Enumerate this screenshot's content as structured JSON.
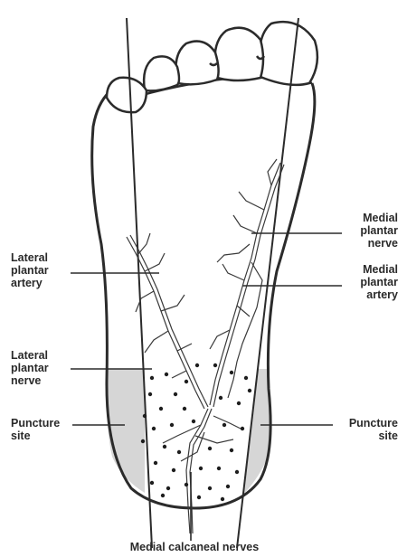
{
  "labels": {
    "lateral_plantar_artery": "Lateral\nplantar\nartery",
    "lateral_plantar_nerve": "Lateral\nplantar\nnerve",
    "puncture_site_left": "Puncture\nsite",
    "medial_plantar_nerve": "Medial\nplantar\nnerve",
    "medial_plantar_artery": "Medial\nplantar\nartery",
    "puncture_site_right": "Puncture\nsite",
    "medial_calcaneal_nerves": "Medial calcaneal nerves"
  },
  "colors": {
    "outline": "#2b2b2b",
    "shaded_region": "#d6d6d6",
    "vessel": "#3a3a3a"
  }
}
